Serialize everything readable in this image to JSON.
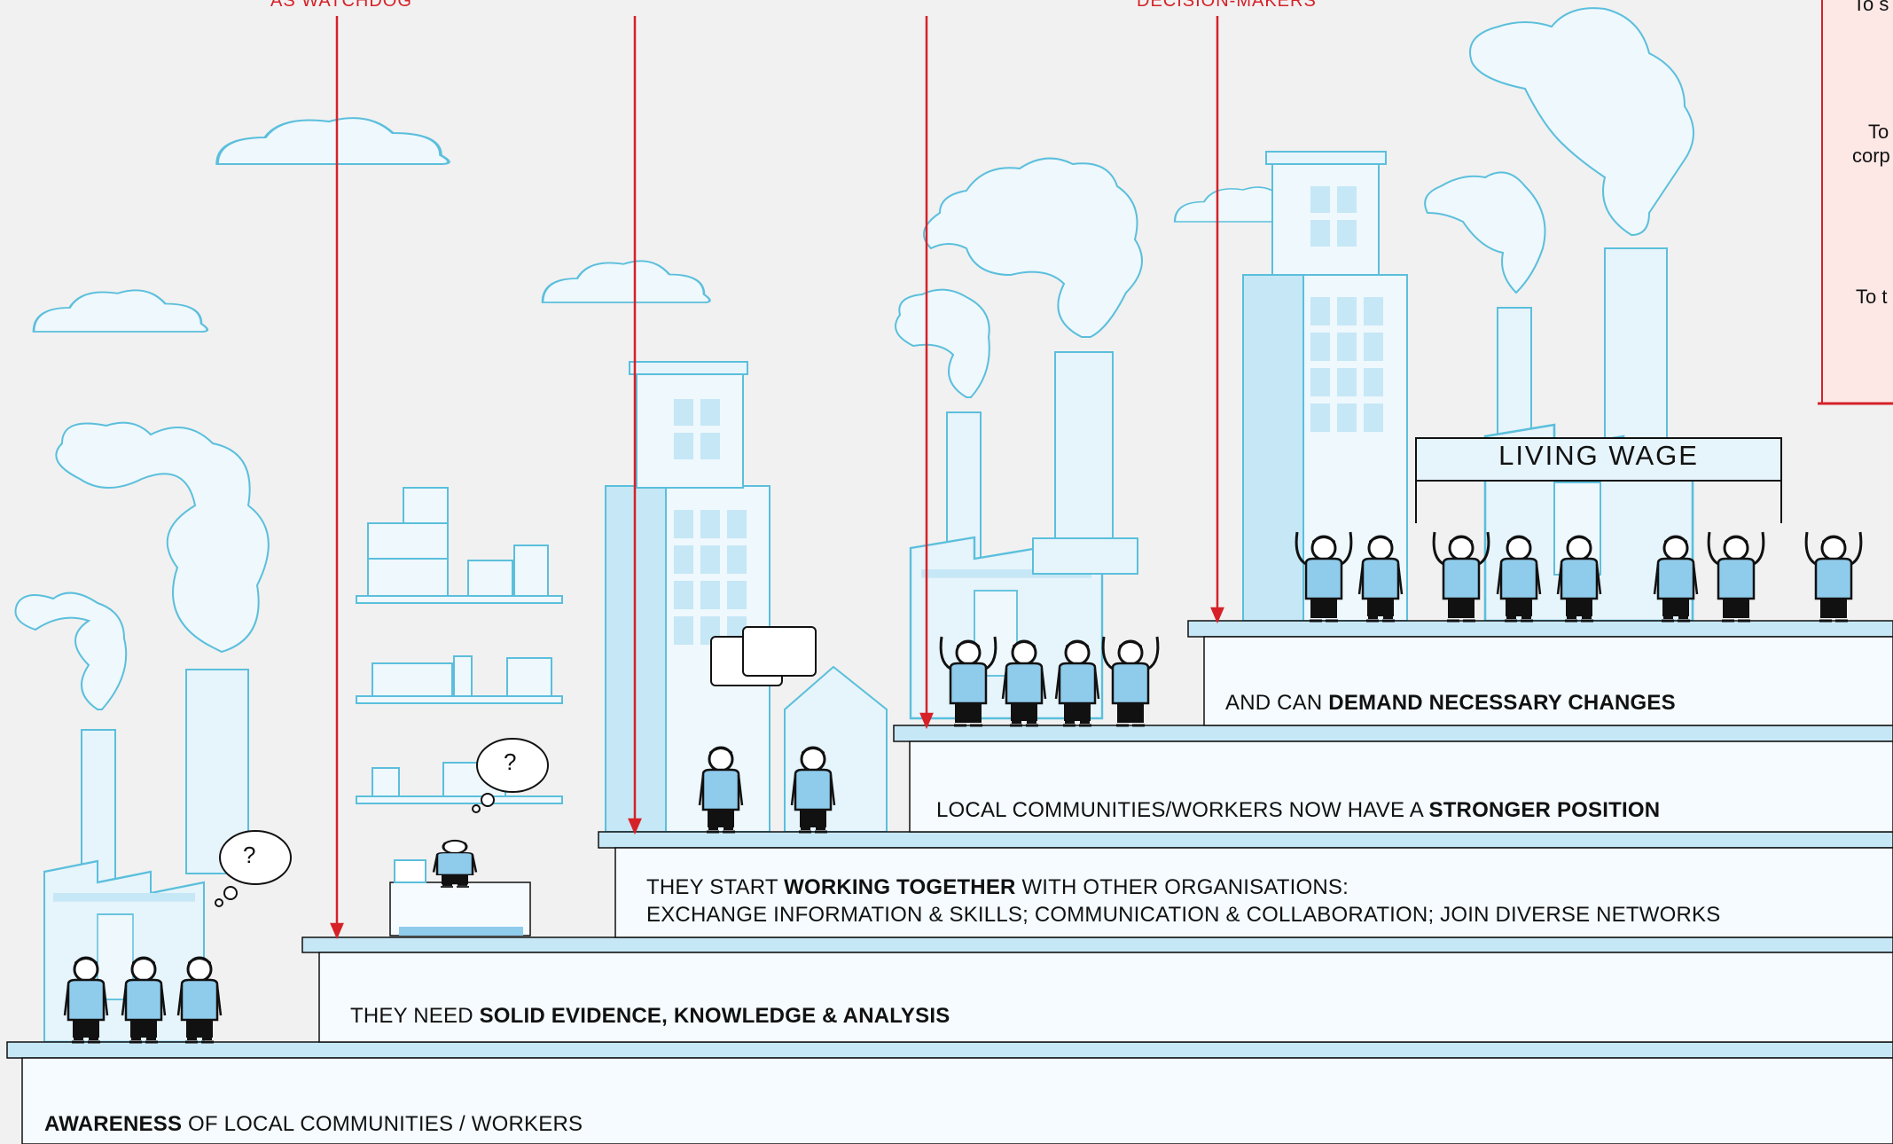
{
  "top_labels": [
    "AS WATCHDOG",
    "DECISION-MAKERS"
  ],
  "side_panel": {
    "line1": "To s",
    "line2a": "To",
    "line2b": "corp",
    "line3": "To t"
  },
  "banner": "LIVING WAGE",
  "steps": [
    {
      "bold": "AWARENESS",
      "rest": " OF LOCAL COMMUNITIES / WORKERS"
    },
    {
      "pre": "THEY NEED ",
      "bold": "SOLID EVIDENCE, KNOWLEDGE & ANALYSIS"
    },
    {
      "pre": "THEY START ",
      "bold": "WORKING TOGETHER",
      "rest": " WITH OTHER ORGANISATIONS:",
      "line2": "EXCHANGE INFORMATION & SKILLS; COMMUNICATION & COLLABORATION; JOIN DIVERSE NETWORKS"
    },
    {
      "pre": "LOCAL COMMUNITIES/WORKERS NOW HAVE A ",
      "bold": "STRONGER POSITION"
    },
    {
      "pre": "AND CAN ",
      "bold": "DEMAND NECESSARY CHANGES"
    }
  ],
  "thought_mark": "?",
  "colors": {
    "outline": "#5bbfdc",
    "fill_light": "#e6f4fb",
    "fill_mid": "#c6e7f6",
    "person": "#8fcbeb",
    "red": "#d62128",
    "panel": "#fde8e6"
  }
}
